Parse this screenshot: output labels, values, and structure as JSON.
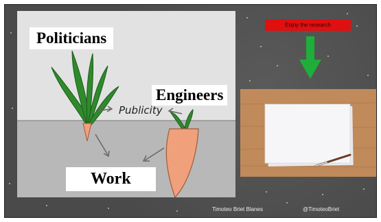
{
  "slide": {
    "drawing": {
      "politicians_label": "Politicians",
      "engineers_label": "Engineers",
      "publicity_label": "Publicity",
      "work_label": "Work"
    },
    "banner_text": "Enjoy the research",
    "credit_name": "Timoteo Briet Blanes",
    "credit_handle": "@TimoteoBriet"
  },
  "colors": {
    "background": "#4a4a4a",
    "banner": "#e01010",
    "arrow": "#1fae3a",
    "carrot": "#f0a07a",
    "leaves": "#2f8a2c",
    "soil": "#b8b8b8",
    "sky": "#e2e2e2"
  }
}
